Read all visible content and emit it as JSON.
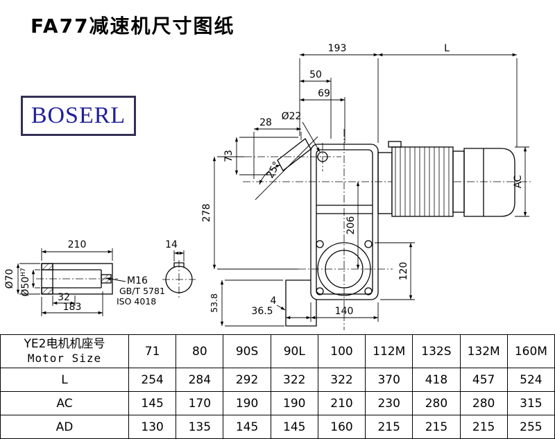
{
  "title": "FA77减速机尺寸图纸",
  "logo": {
    "text": "BOSERL"
  },
  "drawing": {
    "labels": {
      "d193": "193",
      "dL": "L",
      "d50": "50",
      "d69": "69",
      "dia22": "Ø22",
      "d28": "28",
      "d73": "73",
      "a25": "25°",
      "d278": "278",
      "d206": "206",
      "dAC": "AC",
      "d120": "120",
      "d140": "140",
      "d36_5": "36.5",
      "d4": "4",
      "d53_8": "53.8",
      "d210": "210",
      "d14": "14",
      "dia70": "Ø70",
      "dia50": "Ø50",
      "tol": "H7",
      "d32": "32",
      "d183": "183",
      "m16": "M16",
      "gb": "GB/T 5781",
      "iso": "ISO 4018"
    }
  },
  "table": {
    "header_cn": "YE2电机机座号",
    "header_en": "Motor Size",
    "columns": [
      "71",
      "80",
      "90S",
      "90L",
      "100",
      "112M",
      "132S",
      "132M",
      "160M"
    ],
    "rows": [
      {
        "label": "L",
        "values": [
          "254",
          "284",
          "292",
          "322",
          "322",
          "370",
          "418",
          "457",
          "524"
        ]
      },
      {
        "label": "AC",
        "values": [
          "145",
          "170",
          "190",
          "190",
          "210",
          "230",
          "280",
          "280",
          "315"
        ]
      },
      {
        "label": "AD",
        "values": [
          "130",
          "135",
          "145",
          "145",
          "160",
          "215",
          "215",
          "215",
          "255"
        ]
      }
    ]
  }
}
